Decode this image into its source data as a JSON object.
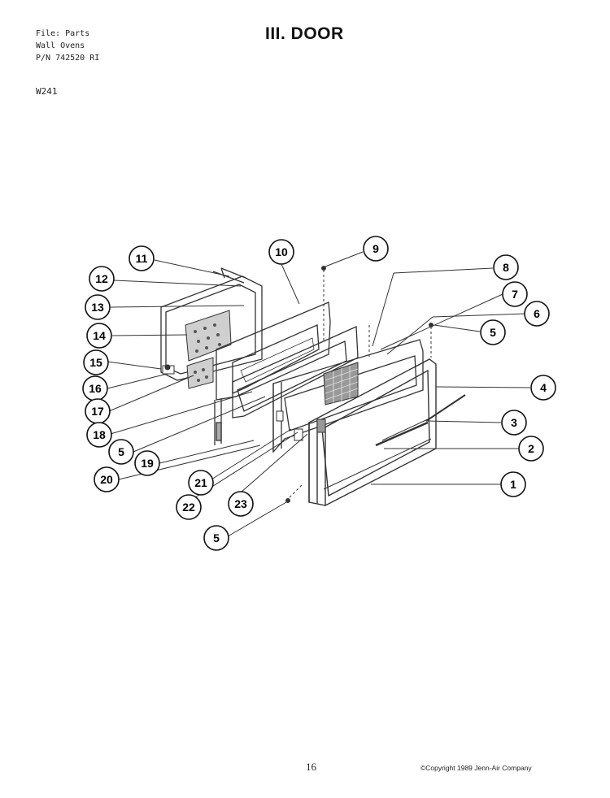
{
  "header": {
    "file_line": "File: Parts",
    "category_line": "Wall Ovens",
    "part_number_line": "P/N 742520 RI",
    "model": "W241",
    "title": "III. DOOR"
  },
  "callouts": [
    "11",
    "10",
    "9",
    "12",
    "8",
    "7",
    "13",
    "6",
    "5",
    "14",
    "15",
    "4",
    "16",
    "17",
    "3",
    "18",
    "2",
    "5",
    "19",
    "20",
    "21",
    "1",
    "22",
    "23",
    "5"
  ],
  "footer": {
    "page_number": "16",
    "copyright": "©Copyright 1989 Jenn-Air Company"
  }
}
